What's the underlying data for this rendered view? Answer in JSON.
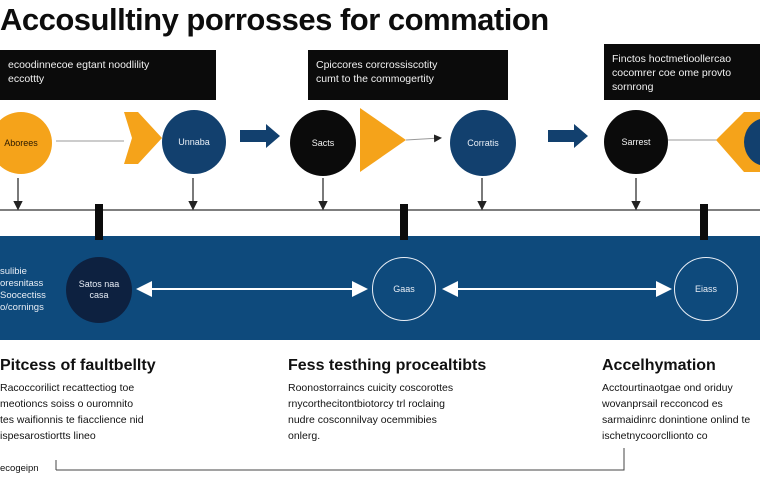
{
  "title": "Accosulltiny porrosses for commation",
  "callouts": [
    {
      "line1": "ecoodinnecoe  egtant noodlility",
      "line2": "eccottty"
    },
    {
      "line1": "Cpiccores corcrossiscotity",
      "line2": "cumt to the commogertity"
    },
    {
      "line1": "Finctos hoctmetioollercao",
      "line2": "cocomrer coe ome provto",
      "line3": "sornrong"
    }
  ],
  "top_nodes": [
    {
      "label": "Aborees",
      "color": "#f5a31a",
      "text_color": "#2a1a00"
    },
    {
      "label": "Unnaba",
      "color": "#12406e",
      "text_color": "#e8eef6"
    },
    {
      "label": "Sacts",
      "color": "#0b0b0b",
      "text_color": "#f2f2f2"
    },
    {
      "label": "Corratis",
      "color": "#12406e",
      "text_color": "#e8eef6"
    },
    {
      "label": "Sarrest",
      "color": "#0b0b0b",
      "text_color": "#f2f2f2"
    }
  ],
  "band": {
    "left_label": [
      "sulibie",
      "oresnitass",
      "Soocectiss",
      "o/cornings"
    ],
    "nodes": [
      {
        "label": "Satos naa\ncasa"
      },
      {
        "label": "Gaas"
      },
      {
        "label": "Eiass"
      }
    ]
  },
  "sections": [
    {
      "heading": "Pitcess of faultbellty",
      "lines": [
        "Racoccorilict recattectiog toe",
        "meotioncs soiss o ouromnito",
        "tes waifionnis te fiacclience nid",
        "ispesarostiortts lineo"
      ]
    },
    {
      "heading": "Fess testhing procealtibts",
      "lines": [
        "Roonostorraincs cuicity coscorottes",
        "rnycorthecitontbiotorcy trl roclaing",
        "nudre cosconnilvay ocemmibies",
        "onlerg."
      ]
    },
    {
      "heading": "Accelhymation",
      "lines": [
        "Acctourtinaotgae ond oriduy",
        "wovanprsail recconcod es",
        "sarmaidinrc donintione onlind te",
        "ischetnycoorcllionto co"
      ]
    }
  ],
  "footer": {
    "label": "ecogeipn"
  },
  "colors": {
    "orange": "#f5a31a",
    "navy": "#12406e",
    "band": "#0e4a7c",
    "black": "#0b0b0b"
  }
}
